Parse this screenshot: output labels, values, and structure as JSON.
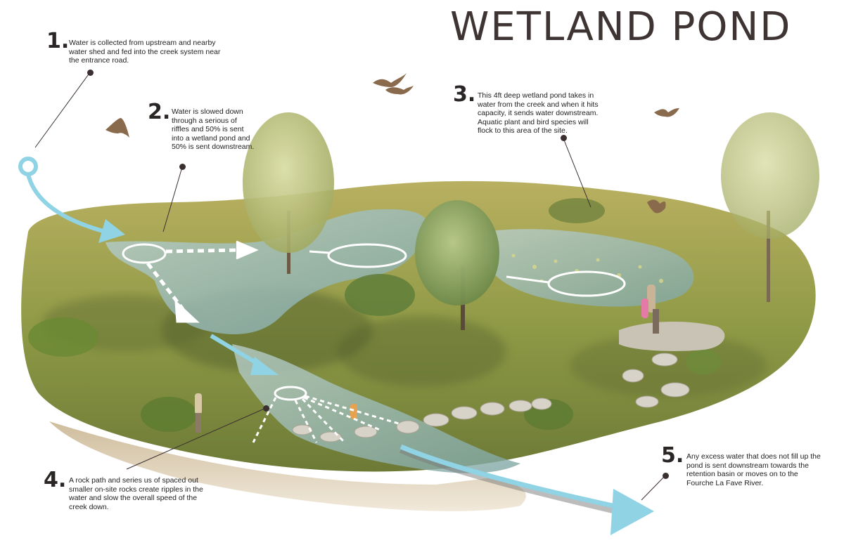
{
  "title": "WETLAND POND",
  "colors": {
    "title": "#3f3434",
    "flow_arrow": "#8fd3e4",
    "callout_dot": "#3b2f30",
    "water": "#8fb7b5",
    "grass": "#9aa852"
  },
  "callouts": [
    {
      "number": "1.",
      "text": "Water is collected from upstream and nearby water shed and fed into the creek system near the entrance road."
    },
    {
      "number": "2.",
      "text": "Water is slowed down through a serious of riffles and 50% is sent into a wetland pond and 50% is sent downstream."
    },
    {
      "number": "3.",
      "text": "This 4ft deep wetland pond takes in water from the creek and when it hits capacity, it sends water downstream. Aquatic plant and bird species will flock to this area of the site."
    },
    {
      "number": "4.",
      "text": "A rock path and series us of spaced out smaller on-site rocks create ripples in the water and slow the overall speed of the creek down."
    },
    {
      "number": "5.",
      "text": "Any excess water that does not fill up the pond is sent downstream towards the retention basin or moves on to the Fourche La Fave River."
    }
  ]
}
